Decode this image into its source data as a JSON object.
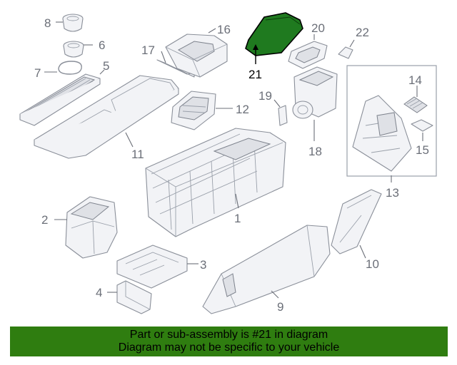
{
  "callouts": {
    "c1": "1",
    "c2": "2",
    "c3": "3",
    "c4": "4",
    "c5": "5",
    "c6": "6",
    "c7": "7",
    "c8": "8",
    "c9": "9",
    "c10": "10",
    "c11": "11",
    "c12": "12",
    "c13": "13",
    "c14": "14",
    "c15": "15",
    "c16": "16",
    "c17": "17",
    "c18": "18",
    "c19": "19",
    "c20": "20",
    "c21": "21",
    "c22": "22"
  },
  "highlight": {
    "part_number": "21",
    "color": "#1f7a1f"
  },
  "banner": {
    "line1": "Part or sub-assembly is #21 in diagram",
    "line2": "Diagram may not be specific to your vehicle",
    "color": "#2f7d10"
  }
}
